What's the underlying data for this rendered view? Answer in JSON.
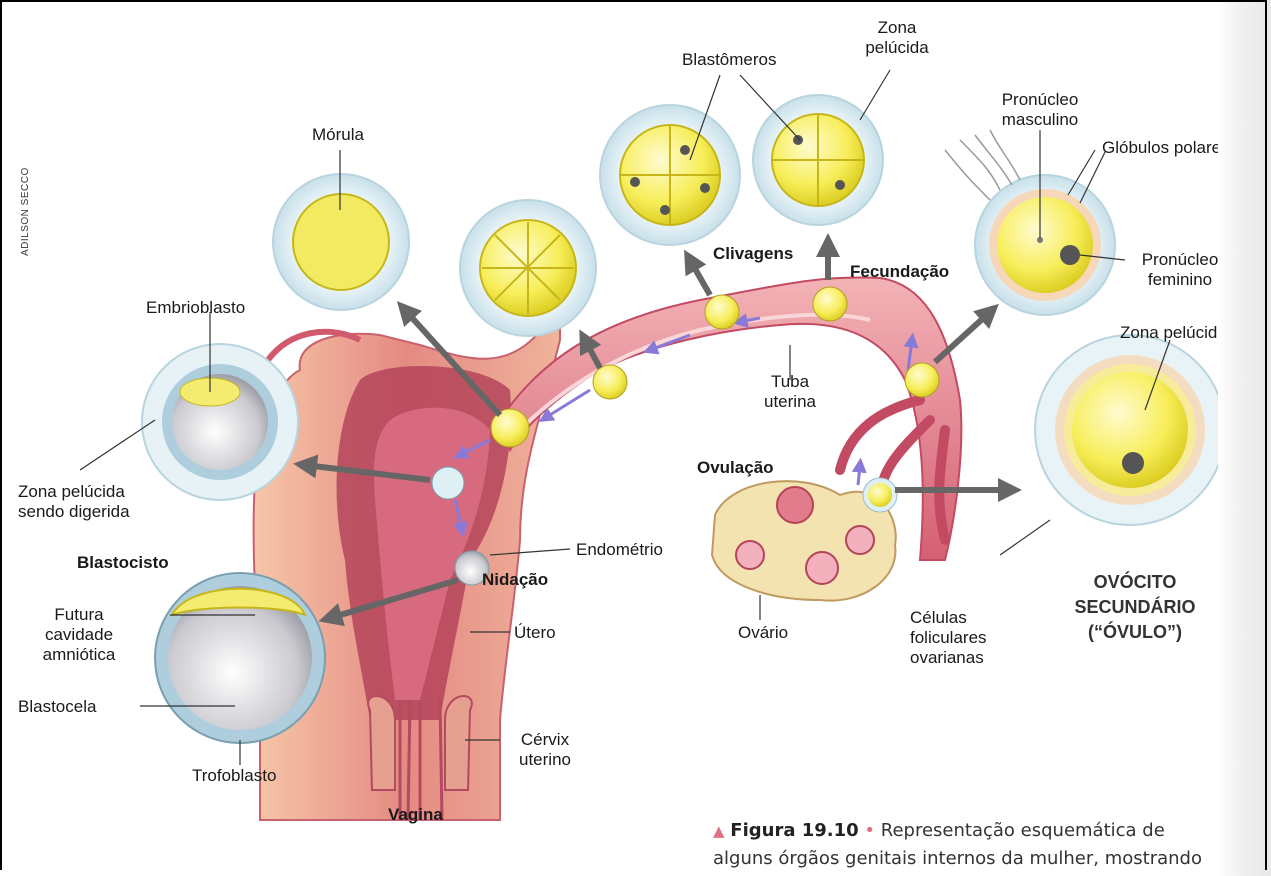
{
  "credit": "ADILSON SECCO",
  "labels": {
    "zona_pelucida_top": "Zona\npelúcida",
    "blastomeros": "Blastômeros",
    "pronucleo_masculino": "Pronúcleo\nmasculino",
    "globulos_polares": "Glóbulos polares",
    "pronucleo_feminino": "Pronúcleo\nfeminino",
    "morula": "Mórula",
    "clivagens": "Clivagens",
    "fecundacao": "Fecundação",
    "embrioblasto": "Embrioblasto",
    "zona_pelucida_right": "Zona pelúcida",
    "tuba_uterina": "Tuba\nuterina",
    "zona_pelucida_digerida": "Zona pelúcida\nsendo digerida",
    "ovulacao": "Ovulação",
    "blastocisto": "Blastocisto",
    "endometrio": "Endométrio",
    "nidacao": "Nidação",
    "futura_cavidade": "Futura\ncavidade\namniótica",
    "utero": "Útero",
    "ovario": "Ovário",
    "celulas_foliculares": "Células\nfoliculares\novarianas",
    "ovocito": "OVÓCITO\nSECUNDÁRIO\n(“ÓVULO”)",
    "blastocela": "Blastocela",
    "cervix": "Cérvix\nuterino",
    "trofoblasto": "Trofoblasto",
    "vagina": "Vagina"
  },
  "caption": {
    "figure": "Figura 19.10",
    "text": "Representação esquemática de",
    "text2": "alguns órgãos genitais internos da mulher, mostrando"
  }
}
